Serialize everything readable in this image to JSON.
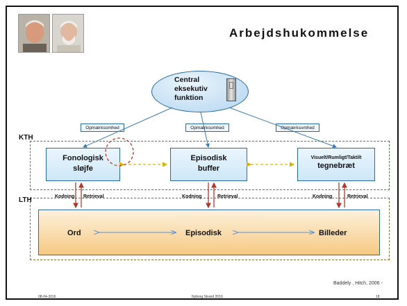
{
  "title": "Arbejdshukommelse",
  "central": {
    "text": "Central\neksekutiv\nfunktion"
  },
  "attention_label": "Opmærksomhed",
  "layers": {
    "kth": "KTH",
    "lth": "LTH"
  },
  "components": {
    "phono": {
      "line1": "Fonologisk",
      "line2": "sløjfe"
    },
    "episodic_buffer": {
      "line1": "Episodisk",
      "line2": "buffer"
    },
    "sketch": {
      "line1": "Visuelt/Rumligt/Taktilt",
      "line2": "tegnebræt"
    }
  },
  "coding_label": "Kodning",
  "retrieval_label": "Retrieval",
  "lth_items": {
    "ord": "Ord",
    "episodisk": "Episodisk",
    "billeder": "Billeder"
  },
  "footer": {
    "date": "08-04-2016",
    "venue": "Nyborg Strand 2016",
    "citation": "Baddely , Hitch, 2006 -",
    "page": "18"
  }
}
